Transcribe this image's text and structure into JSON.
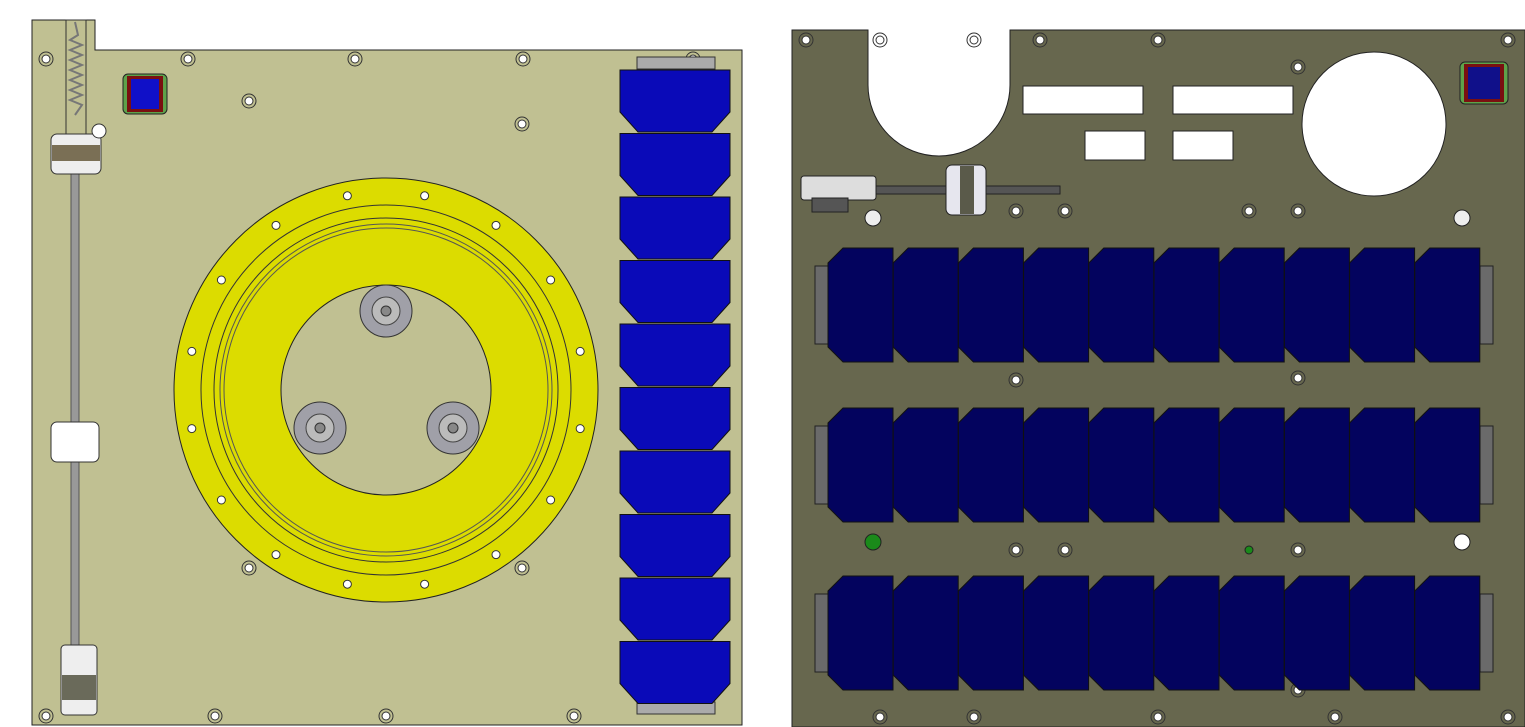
{
  "colors": {
    "left_plate": "#c0c092",
    "right_plate": "#67674e",
    "ring": "#dcdc00",
    "left_cells": "#0a0ab8",
    "right_cells": "#03035e",
    "hub": "#a0a0a8",
    "background": "#ffffff"
  },
  "left_cells_count": 10,
  "right_rows": 3,
  "right_cells_per_row": 10
}
